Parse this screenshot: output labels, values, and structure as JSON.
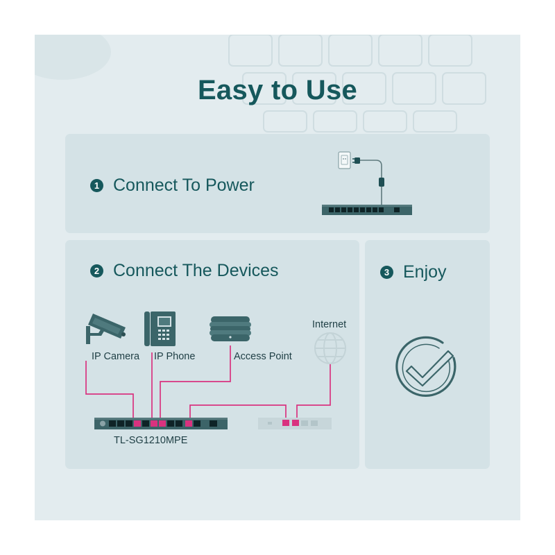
{
  "title": "Easy to Use",
  "steps": [
    {
      "number": "1",
      "label": "Connect To Power"
    },
    {
      "number": "2",
      "label": "Connect The Devices"
    },
    {
      "number": "3",
      "label": "Enjoy"
    }
  ],
  "devices": {
    "ip_camera": "IP Camera",
    "ip_phone": "IP Phone",
    "access_point": "Access Point",
    "internet": "Internet"
  },
  "switch_model": "TL-SG1210MPE",
  "colors": {
    "title": "#16585c",
    "panel": "#d4e2e6",
    "background": "#e3ecef",
    "cable": "#d9327f",
    "switch_body": "#3c6468",
    "icon": "#3b6569"
  },
  "icons": [
    "power-outlet-icon",
    "power-plug-icon",
    "ip-camera-icon",
    "ip-phone-icon",
    "access-point-icon",
    "globe-icon",
    "checkmark-circle-icon"
  ]
}
